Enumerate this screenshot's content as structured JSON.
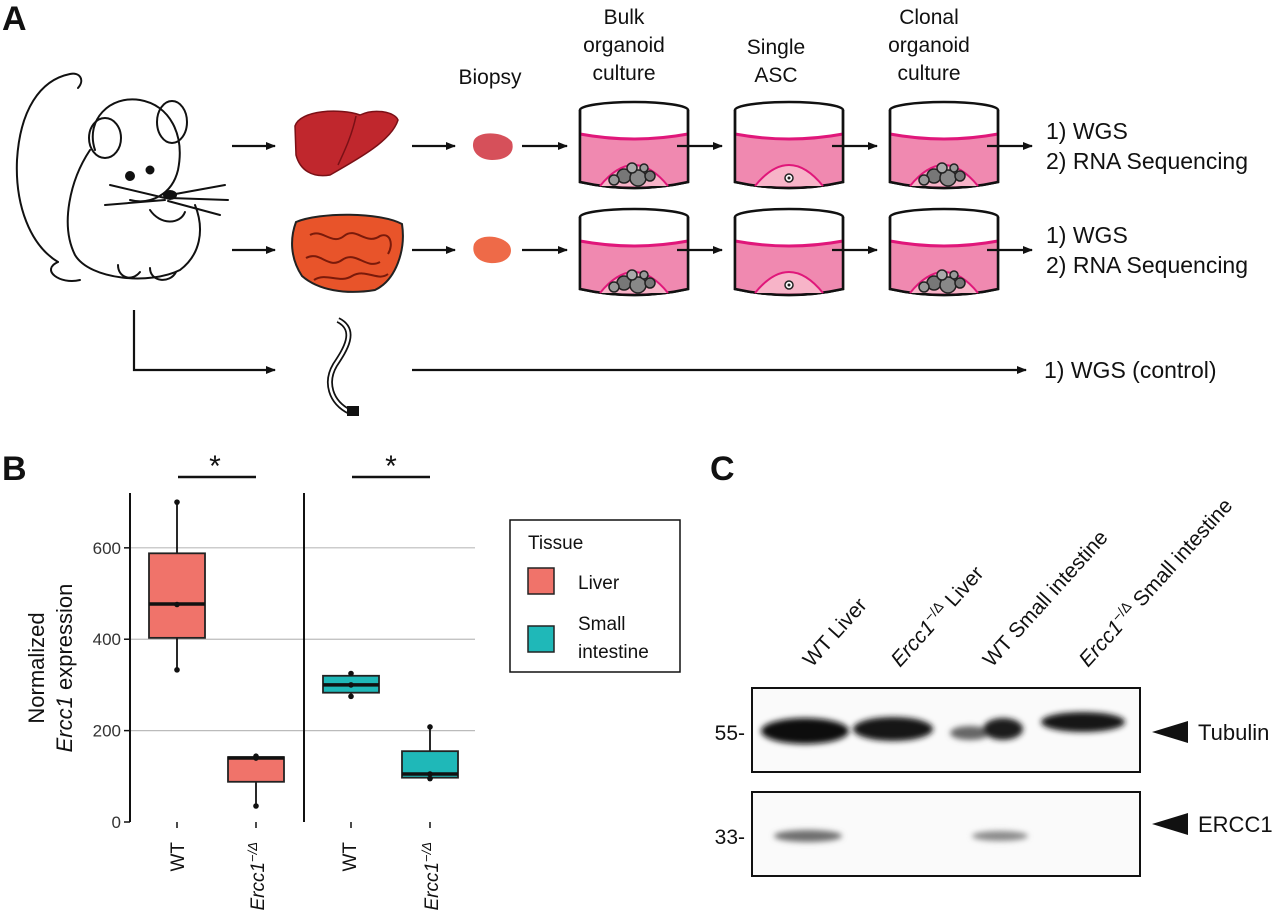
{
  "panels": {
    "a": "A",
    "b": "B",
    "c": "C"
  },
  "panelA": {
    "stages": [
      {
        "line1": "",
        "line2": "",
        "line3": "Biopsy"
      },
      {
        "line1": "Bulk",
        "line2": "organoid",
        "line3": "culture"
      },
      {
        "line1": "",
        "line2": "Single",
        "line3": "ASC"
      },
      {
        "line1": "Clonal",
        "line2": "organoid",
        "line3": "culture"
      }
    ],
    "rows": [
      {
        "out1": "1) WGS",
        "out2": "2) RNA Sequencing"
      },
      {
        "out1": "1) WGS",
        "out2": "2) RNA Sequencing"
      }
    ],
    "control": "1) WGS (control)",
    "colors": {
      "liver": "#c0272d",
      "intestine": "#e8542a",
      "medium": "#f089b0",
      "medium_line": "#e0177a"
    }
  },
  "panelB": {
    "ylabel_line1": "Normalized",
    "ylabel_italic": "Ercc1",
    "ylabel_rest": " expression",
    "legend_title": "Tissue",
    "legend": [
      {
        "label1": "Liver",
        "label2": "",
        "color": "#f0736a"
      },
      {
        "label1": "Small",
        "label2": "intestine",
        "color": "#1fb8b8"
      }
    ],
    "significance": [
      "*",
      "*"
    ],
    "xlabels": [
      {
        "main": "WT",
        "sup": ""
      },
      {
        "main": "Ercc1",
        "sup": "−/Δ"
      },
      {
        "main": "WT",
        "sup": ""
      },
      {
        "main": "Ercc1",
        "sup": "−/Δ"
      }
    ]
  },
  "chart_data": {
    "type": "box",
    "ylabel": "Normalized Ercc1 expression",
    "ylim": [
      0,
      720
    ],
    "yticks": [
      0,
      200,
      400,
      600
    ],
    "grid": true,
    "legend_position": "right",
    "facets": [
      {
        "tissue": "Liver",
        "color": "#f0736a",
        "boxes": [
          {
            "genotype": "WT",
            "min": 333,
            "q1": 403,
            "median": 477,
            "q3": 588,
            "max": 700,
            "points": [
              333,
              476,
              700
            ]
          },
          {
            "genotype": "Ercc1−/Δ",
            "min": 35,
            "q1": 88,
            "median": 140,
            "q3": 142,
            "max": 144,
            "points": [
              35,
              140,
              144
            ]
          }
        ]
      },
      {
        "tissue": "Small intestine",
        "color": "#1fb8b8",
        "boxes": [
          {
            "genotype": "WT",
            "min": 275,
            "q1": 283,
            "median": 300,
            "q3": 320,
            "max": 325,
            "points": [
              275,
              300,
              325
            ]
          },
          {
            "genotype": "Ercc1−/Δ",
            "min": 95,
            "q1": 97,
            "median": 105,
            "q3": 155,
            "max": 208,
            "points": [
              95,
              105,
              208
            ]
          }
        ]
      }
    ]
  },
  "panelC": {
    "lanes": [
      {
        "italic": "",
        "sup": "",
        "rest": "WT Liver"
      },
      {
        "italic": "Ercc1",
        "sup": "−/Δ",
        "rest": " Liver"
      },
      {
        "italic": "",
        "sup": "",
        "rest": "WT Small intestine"
      },
      {
        "italic": "Ercc1",
        "sup": "−/Δ",
        "rest": " Small intestine"
      }
    ],
    "blots": [
      {
        "marker": "55-",
        "protein": "Tubulin"
      },
      {
        "marker": "33-",
        "protein": "ERCC1"
      }
    ]
  }
}
